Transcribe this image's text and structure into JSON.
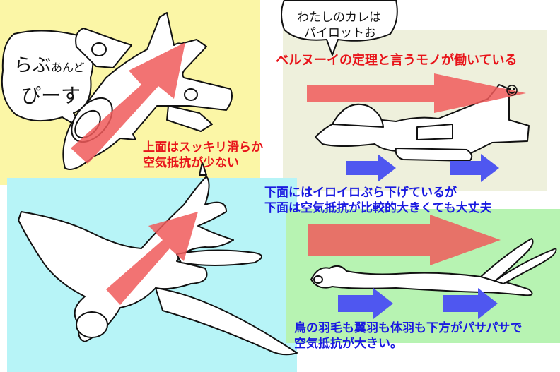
{
  "colors": {
    "yellow_panel": "#fbf6a6",
    "beige_panel": "#eef0dc",
    "cyan_panel": "#b7f4f7",
    "green_panel": "#b7f3b2",
    "red_text": "#e8141a",
    "blue_text": "#1a1ae0",
    "red_arrow": "#f05b5b",
    "blue_arrow": "#4f57f0"
  },
  "bubble_left": {
    "line1": "らぶ",
    "line1_small": "あんど",
    "line2": "ぴーす"
  },
  "bubble_top": {
    "line1": "わたしのカレは",
    "line2": "パイロットお"
  },
  "captions": {
    "bernoulli": "ベルヌーイの定理と言うモノが働いている",
    "upper_line1": "上面はスッキリ滑らか",
    "upper_line2": "空気抵抗が少ない",
    "lower_line1": "下面にはイロイロぶら下げているが",
    "lower_line2": "下面は空気抵抗が比較的大きくても大丈夫",
    "bird_line1": "鳥の羽毛も翼羽も体羽も下方がパサパサで",
    "bird_line2": "空気抵抗が大きい。"
  },
  "icons": [
    "smiley-icon",
    "red-arrow-icon",
    "blue-arrow-icon",
    "jet-icon",
    "bird-icon",
    "heart-icon"
  ]
}
